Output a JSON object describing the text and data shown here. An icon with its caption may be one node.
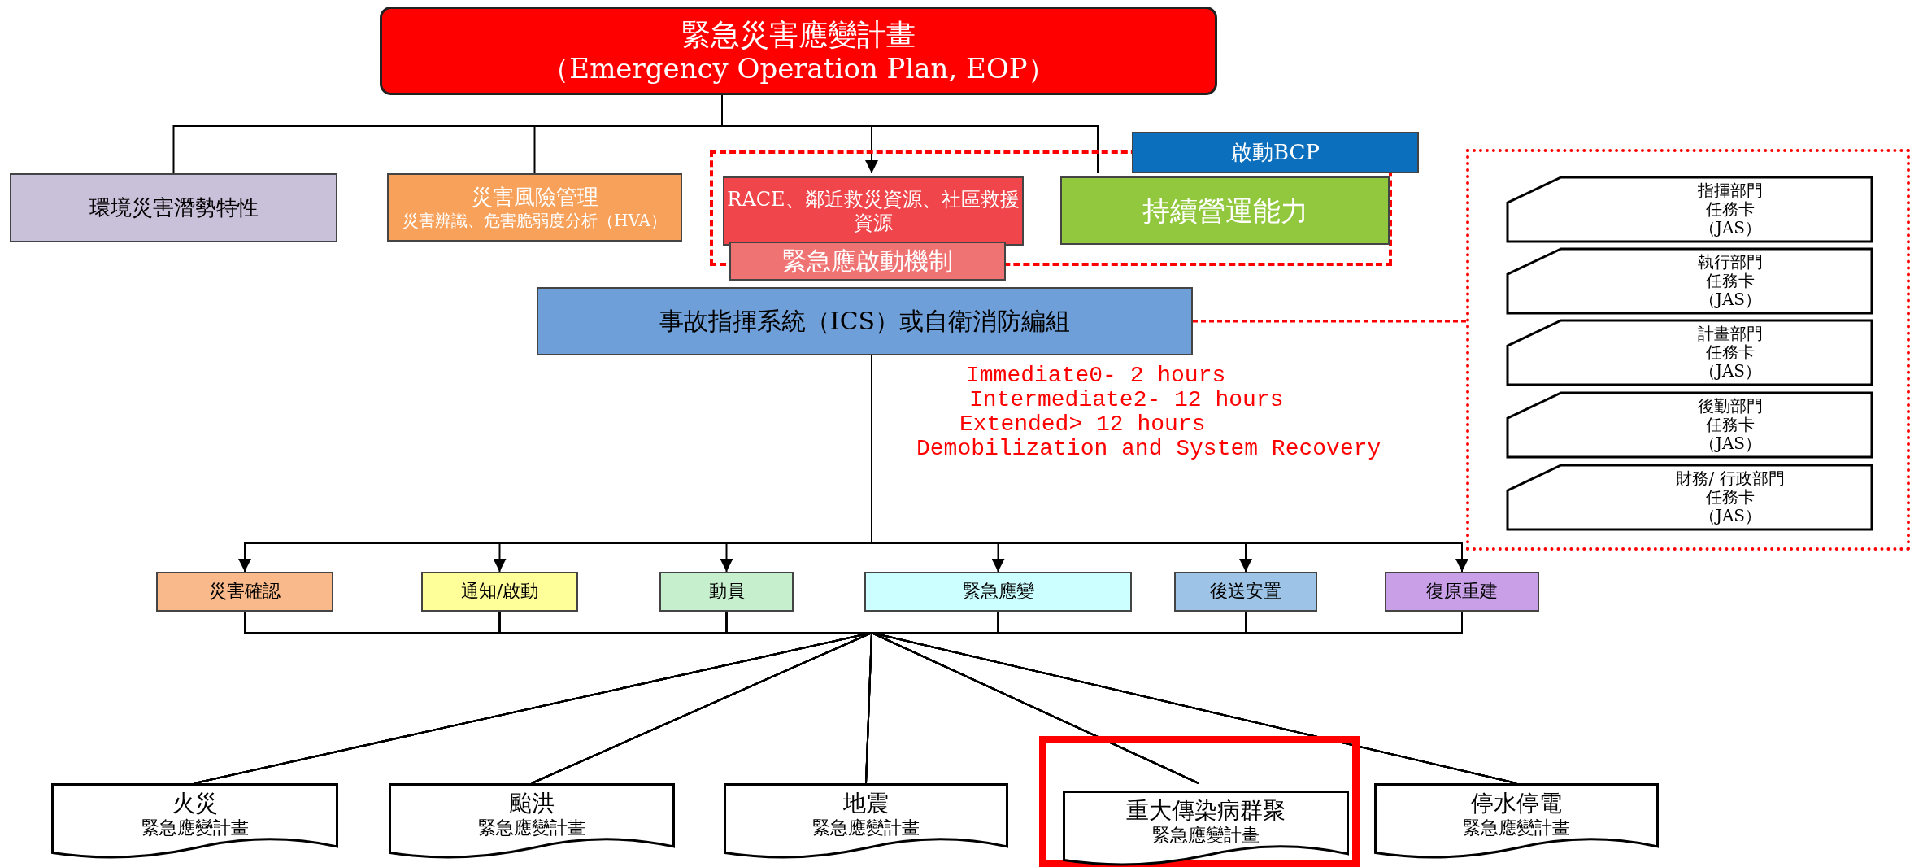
{
  "diagram": {
    "nodes": [
      {
        "text": [
          "緊急災害應變計畫",
          "（Emergency Operation Plan, EOP）"
        ]
      },
      {
        "text": [
          "環境災害潛勢特性"
        ]
      },
      {
        "text": [
          "災害風險管理",
          "災害辨識、危害脆弱度分析（HVA）"
        ]
      },
      {
        "text": [],
        "shape": "box"
      },
      {
        "text": [
          "RACE、鄰近救災資源、社區救援資源"
        ],
        "in": 3
      },
      {
        "text": [
          "啟動BCP"
        ]
      },
      {
        "text": [
          "持續營運能力"
        ],
        "in": 3
      },
      {
        "text": [
          "緊急應啟動機制"
        ]
      },
      {
        "text": [
          "事故指揮系統（ICS）或自衛消防編組"
        ]
      },
      {
        "text": [],
        "shape": "box"
      },
      {
        "text": [
          "指揮部門",
          "任務卡",
          "（JAS）"
        ],
        "in": 9
      },
      {
        "text": [
          "執行部門",
          "任務卡",
          "（JAS）"
        ],
        "in": 9
      },
      {
        "text": [
          "計畫部門",
          "任務卡",
          "（JAS）"
        ],
        "in": 9
      },
      {
        "text": [
          "後勤部門",
          "任務卡",
          "（JAS）"
        ],
        "in": 9
      },
      {
        "text": [
          "財務/ 行政部門",
          "任務卡",
          "（JAS）"
        ],
        "in": 9
      },
      {
        "text": [
          "災害確認"
        ]
      },
      {
        "text": [
          "通知/啟動"
        ]
      },
      {
        "text": [
          "動員"
        ]
      },
      {
        "text": [
          "緊急應變"
        ]
      },
      {
        "text": [
          "後送安置"
        ]
      },
      {
        "text": [
          "復原重建"
        ]
      },
      {
        "text": [
          "火災",
          "緊急應變計畫"
        ]
      },
      {
        "text": [
          "颱洪",
          "緊急應變計畫"
        ]
      },
      {
        "text": [
          "地震",
          "緊急應變計畫"
        ]
      },
      {
        "text": [],
        "shape": "box"
      },
      {
        "text": [
          "重大傳染病群聚",
          "緊急應變計畫"
        ],
        "in": 24
      },
      {
        "text": [
          "停水停電",
          "緊急應變計畫"
        ]
      }
    ],
    "edges": [
      {
        "from": 0,
        "to": 1,
        "arrow": "none"
      },
      {
        "from": 0,
        "to": 2,
        "arrow": "none"
      },
      {
        "from": 0,
        "to": 4,
        "arrow": "to"
      },
      {
        "from": 0,
        "to": 6,
        "arrow": "none"
      },
      {
        "from": 8,
        "to": 9,
        "arrow": "none",
        "style": "dashed",
        "color": "#ff0000"
      },
      {
        "from": 8,
        "to": 15,
        "arrow": "to"
      },
      {
        "from": 8,
        "to": 16,
        "arrow": "to"
      },
      {
        "from": 8,
        "to": 17,
        "arrow": "to"
      },
      {
        "from": 8,
        "to": 18,
        "arrow": "to"
      },
      {
        "from": 8,
        "to": 19,
        "arrow": "to"
      },
      {
        "from": 8,
        "to": 20,
        "arrow": "to"
      },
      {
        "from": 15,
        "to": 21,
        "arrow": "none"
      },
      {
        "from": 15,
        "to": 22,
        "arrow": "none"
      },
      {
        "from": 15,
        "to": 23,
        "arrow": "none"
      },
      {
        "from": 15,
        "to": 25,
        "arrow": "none"
      },
      {
        "from": 15,
        "to": 26,
        "arrow": "none"
      },
      {
        "from": 16,
        "to": 21,
        "arrow": "none"
      },
      {
        "from": 16,
        "to": 22,
        "arrow": "none"
      },
      {
        "from": 16,
        "to": 23,
        "arrow": "none"
      },
      {
        "from": 16,
        "to": 25,
        "arrow": "none"
      },
      {
        "from": 16,
        "to": 26,
        "arrow": "none"
      },
      {
        "from": 17,
        "to": 21,
        "arrow": "none"
      },
      {
        "from": 17,
        "to": 22,
        "arrow": "none"
      },
      {
        "from": 17,
        "to": 23,
        "arrow": "none"
      },
      {
        "from": 17,
        "to": 25,
        "arrow": "none"
      },
      {
        "from": 17,
        "to": 26,
        "arrow": "none"
      },
      {
        "from": 18,
        "to": 21,
        "arrow": "none"
      },
      {
        "from": 18,
        "to": 22,
        "arrow": "none"
      },
      {
        "from": 18,
        "to": 23,
        "arrow": "none"
      },
      {
        "from": 18,
        "to": 25,
        "arrow": "none"
      },
      {
        "from": 18,
        "to": 26,
        "arrow": "none"
      },
      {
        "from": 19,
        "to": 21,
        "arrow": "none"
      },
      {
        "from": 19,
        "to": 22,
        "arrow": "none"
      },
      {
        "from": 19,
        "to": 23,
        "arrow": "none"
      },
      {
        "from": 19,
        "to": 25,
        "arrow": "none"
      },
      {
        "from": 19,
        "to": 26,
        "arrow": "none"
      },
      {
        "from": 20,
        "to": 21,
        "arrow": "none"
      },
      {
        "from": 20,
        "to": 22,
        "arrow": "none"
      },
      {
        "from": 20,
        "to": 23,
        "arrow": "none"
      },
      {
        "from": 20,
        "to": 25,
        "arrow": "none"
      },
      {
        "from": 20,
        "to": 26,
        "arrow": "none"
      }
    ],
    "labels": [
      "Immediate0- 2 hours",
      "Intermediate2- 12 hours",
      "Extended> 12 hours",
      "Demobilization and System Recovery"
    ]
  }
}
